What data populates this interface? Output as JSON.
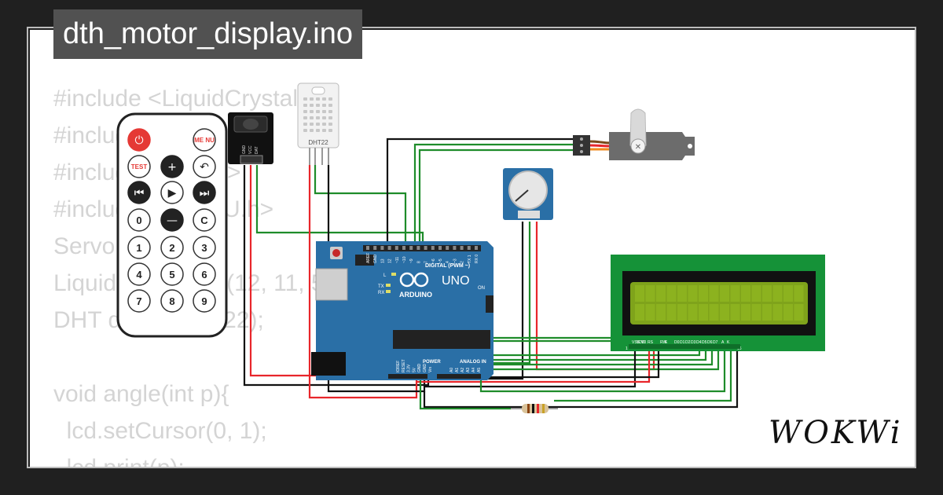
{
  "title": "dth_motor_display.ino",
  "code_lines": [
    "#include <LiquidCrystal.h>",
    "#include <Servo.h>",
    "#include <DHT.h>",
    "#include <DHT_U.h>",
    "Servo servo;",
    "LiquidCrystal lcd(12, 11, 5, 4, 3, 2);",
    "DHT dht(7, DHT22);",
    "",
    "void angle(int p){",
    "  lcd.setCursor(0, 1);",
    "  lcd.print(p);"
  ],
  "remote": {
    "buttons": [
      {
        "label": "",
        "icon": "power-icon",
        "color": "#e53935"
      },
      {
        "label": "ME NU",
        "icon": "",
        "color": "#ffffff"
      },
      {
        "label": "TEST",
        "icon": "",
        "color": "#ffffff"
      },
      {
        "label": "",
        "icon": "plus-icon",
        "color": "#222222"
      },
      {
        "label": "",
        "icon": "back-icon",
        "color": "#ffffff"
      },
      {
        "label": "",
        "icon": "rewind-icon",
        "color": "#222222"
      },
      {
        "label": "",
        "icon": "play-icon",
        "color": "#ffffff"
      },
      {
        "label": "",
        "icon": "fast-forward-icon",
        "color": "#222222"
      },
      {
        "label": "0",
        "icon": "",
        "color": "#ffffff"
      },
      {
        "label": "",
        "icon": "minus-icon",
        "color": "#222222"
      },
      {
        "label": "C",
        "icon": "",
        "color": "#ffffff"
      },
      {
        "label": "1",
        "icon": "",
        "color": "#ffffff"
      },
      {
        "label": "2",
        "icon": "",
        "color": "#ffffff"
      },
      {
        "label": "3",
        "icon": "",
        "color": "#ffffff"
      },
      {
        "label": "4",
        "icon": "",
        "color": "#ffffff"
      },
      {
        "label": "5",
        "icon": "",
        "color": "#ffffff"
      },
      {
        "label": "6",
        "icon": "",
        "color": "#ffffff"
      },
      {
        "label": "7",
        "icon": "",
        "color": "#ffffff"
      },
      {
        "label": "8",
        "icon": "",
        "color": "#ffffff"
      },
      {
        "label": "9",
        "icon": "",
        "color": "#ffffff"
      }
    ]
  },
  "ir_receiver": {
    "pin_labels": [
      "GND",
      "VCC",
      "DAT"
    ]
  },
  "dht22": {
    "label": "DHT22"
  },
  "arduino": {
    "brand": "ARDUINO",
    "model": "UNO",
    "digital_label": "DIGITAL (PWM ~)",
    "power_label": "POWER",
    "analog_label": "ANALOG IN",
    "on_label": "ON",
    "led_labels": [
      "L",
      "TX",
      "RX"
    ],
    "left_pins": [
      "IOREF",
      "RESET",
      "3.3V",
      "5V",
      "GND",
      "GND",
      "Vin"
    ],
    "analog_pins": [
      "A0",
      "A1",
      "A2",
      "A3",
      "A4",
      "A5"
    ],
    "top_pins": [
      "AREF",
      "GND",
      "13",
      "12",
      "~11",
      "~10",
      "~9",
      "8",
      "7",
      "~6",
      "~5",
      "4",
      "~3",
      "2",
      "TX 1",
      "RX 0"
    ]
  },
  "lcd": {
    "pin_labels": [
      "VSS",
      "VDD",
      "V0",
      "RS",
      "RW",
      "E",
      "D0",
      "D1",
      "D2",
      "D3",
      "D4",
      "D5",
      "D6",
      "D7",
      "A",
      "K"
    ],
    "pin_numbers": [
      "1",
      "16"
    ]
  },
  "logo": "WOKWi",
  "colors": {
    "wire_green": "#1e8c2a",
    "wire_red": "#e8262b",
    "wire_black": "#111111",
    "board_blue": "#2a6fa6",
    "lcd_green": "#159238",
    "lcd_screen": "#7fa31b"
  }
}
